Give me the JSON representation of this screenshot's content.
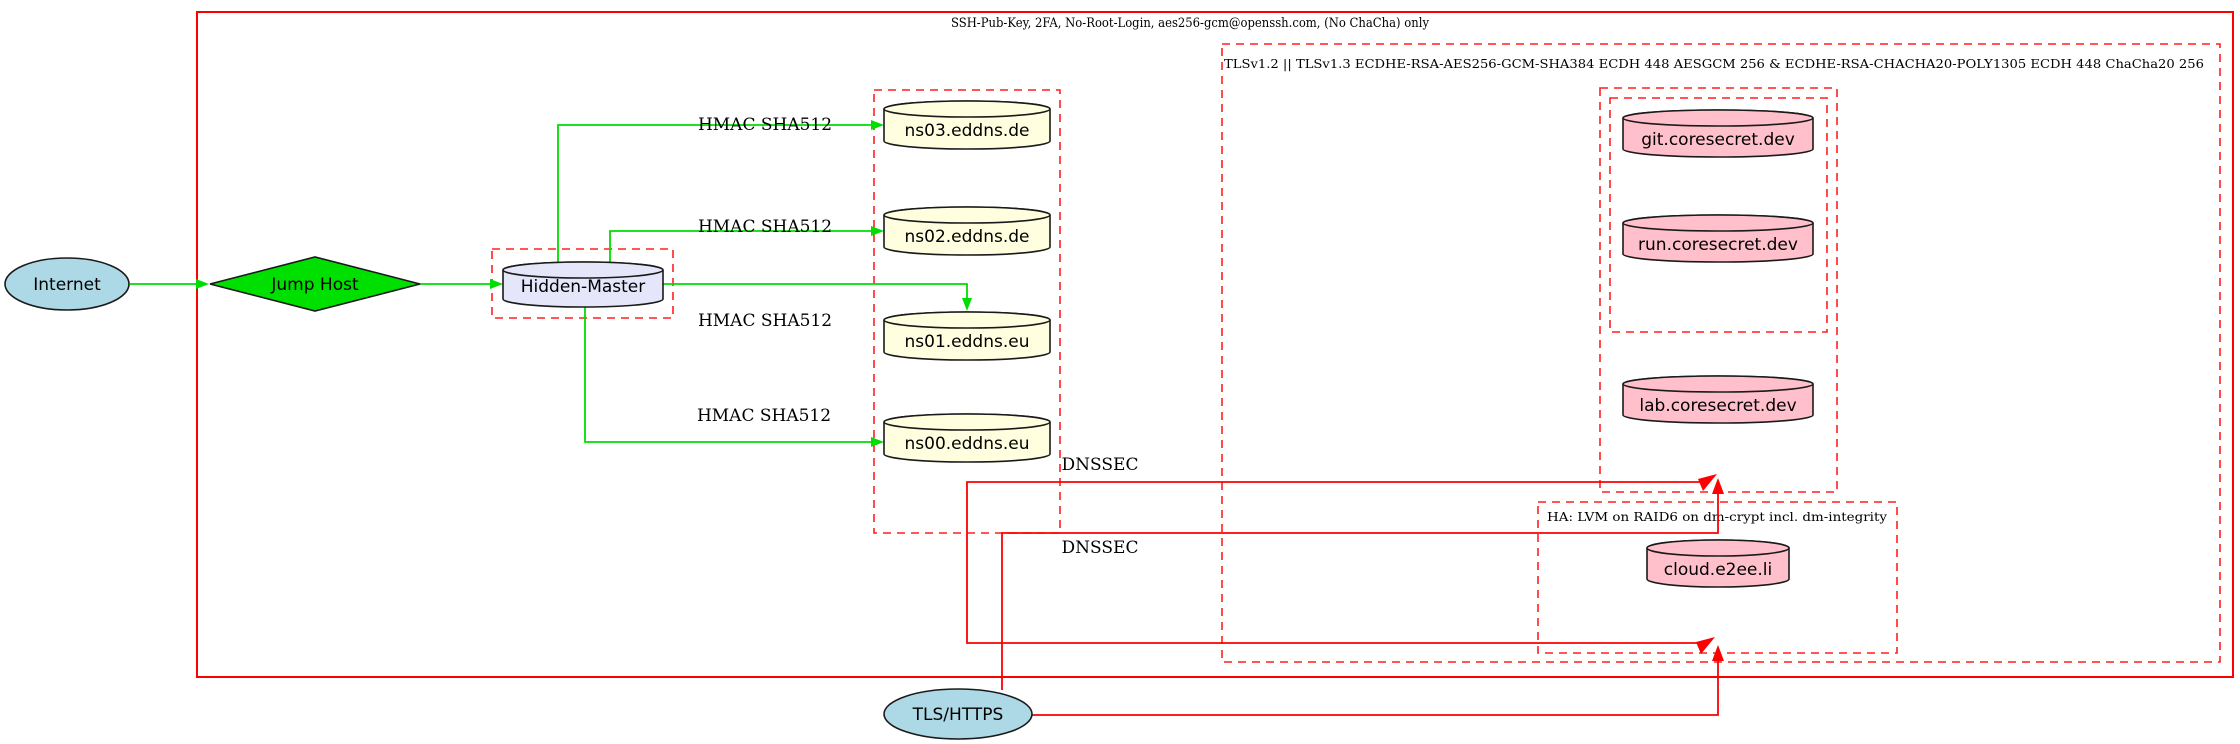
{
  "clusters": {
    "outer": {
      "label": "SSH-Pub-Key, 2FA, No-Root-Login, aes256-gcm@openssh.com, (No ChaCha) only"
    },
    "tls": {
      "label": "TLSv1.2 || TLSv1.3 ECDHE-RSA-AES256-GCM-SHA384 ECDH 448 AESGCM 256 & ECDHE-RSA-CHACHA20-POLY1305 ECDH 448 ChaCha20 256"
    },
    "ha": {
      "label": "HA: LVM on RAID6 on dm-crypt incl. dm-integrity"
    }
  },
  "nodes": {
    "internet": "Internet",
    "jump_host": "Jump Host",
    "hidden_master": "Hidden-Master",
    "ns03": "ns03.eddns.de",
    "ns02": "ns02.eddns.de",
    "ns01": "ns01.eddns.eu",
    "ns00": "ns00.eddns.eu",
    "git": "git.coresecret.dev",
    "run": "run.coresecret.dev",
    "lab": "lab.coresecret.dev",
    "cloud": "cloud.e2ee.li",
    "tls_https": "TLS/HTTPS"
  },
  "edge_labels": {
    "hmac": "HMAC SHA512",
    "dnssec": "DNSSEC"
  },
  "colors": {
    "node_internet_fill": "#add8e6",
    "node_jump_fill": "#00e000",
    "node_master_fill": "#e6e6fa",
    "node_dns_fill": "#ffffe0",
    "node_service_fill": "#ffc0cb",
    "edge_green": "#00dd00",
    "edge_red": "#fe0000",
    "cluster_border": "#ff1f1f"
  }
}
